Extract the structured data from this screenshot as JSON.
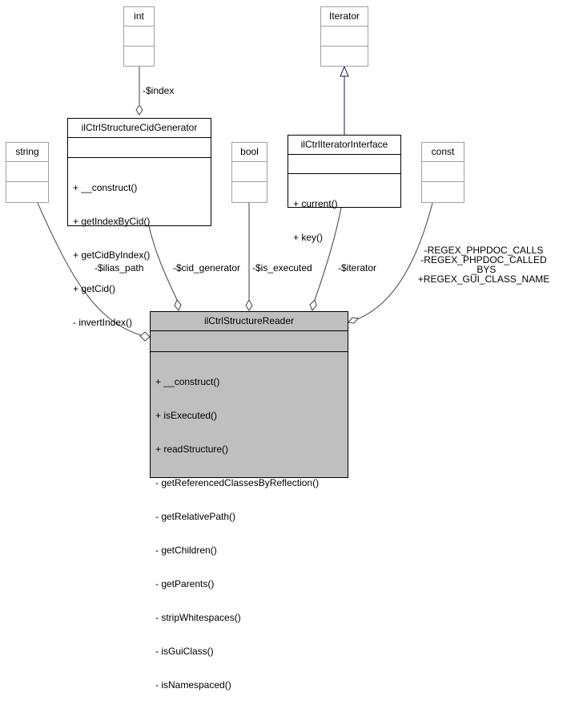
{
  "classes": {
    "int": {
      "name": "int"
    },
    "iterator": {
      "name": "Iterator"
    },
    "string": {
      "name": "string"
    },
    "cidgen": {
      "name": "ilCtrlStructureCidGenerator",
      "methods": [
        "+ __construct()",
        "+ getIndexByCid()",
        "+ getCidByIndex()",
        "+ getCid()",
        "- invertIndex()"
      ]
    },
    "bool": {
      "name": "bool"
    },
    "iterinterface": {
      "name": "ilCtrlIteratorInterface",
      "methods": [
        "+ current()",
        "+ key()"
      ]
    },
    "const": {
      "name": "const"
    },
    "reader": {
      "name": "ilCtrlStructureReader",
      "methods": [
        "+ __construct()",
        "+ isExecuted()",
        "+ readStructure()",
        "- getReferencedClassesByReflection()",
        "- getRelativePath()",
        "- getChildren()",
        "- getParents()",
        "- stripWhitespaces()",
        "- isGuiClass()",
        "- isNamespaced()"
      ]
    }
  },
  "edges": {
    "index": "-$index",
    "ilias_path": "-$ilias_path",
    "cid_generator": "-$cid_generator",
    "is_executed": "-$is_executed",
    "iterator": "-$iterator",
    "regex": "-REGEX_PHPDOC_CALLS\n-REGEX_PHPDOC_CALLED\n_BYS\n+REGEX_GUI_CLASS_NAME"
  },
  "colors": {
    "inheritance_arrow": "#191970",
    "edge": "#404040",
    "gray_border": "#a0a0a0",
    "main_fill": "#bfbfbf"
  }
}
